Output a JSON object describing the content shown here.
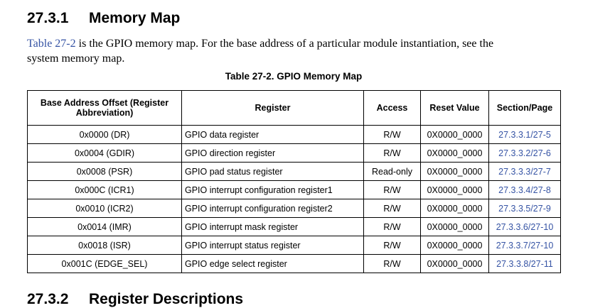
{
  "section": {
    "number": "27.3.1",
    "title": "Memory Map"
  },
  "intro": {
    "xref": "Table 27-2",
    "line1_rest": " is the GPIO memory map. For the base address of a particular module instantiation, see the",
    "line2": "system memory map."
  },
  "table": {
    "caption": "Table 27-2. GPIO Memory Map",
    "headers": {
      "offset": "Base Address Offset (Register Abbreviation)",
      "register": "Register",
      "access": "Access",
      "reset": "Reset Value",
      "section": "Section/Page"
    },
    "rows": [
      {
        "offset": "0x0000 (DR)",
        "register": "GPIO data register",
        "access": "R/W",
        "reset": "0X0000_0000",
        "section": "27.3.3.1/27-5"
      },
      {
        "offset": "0x0004 (GDIR)",
        "register": "GPIO direction register",
        "access": "R/W",
        "reset": "0X0000_0000",
        "section": "27.3.3.2/27-6"
      },
      {
        "offset": "0x0008 (PSR)",
        "register": "GPIO pad status register",
        "access": "Read-only",
        "reset": "0X0000_0000",
        "section": "27.3.3.3/27-7"
      },
      {
        "offset": "0x000C (ICR1)",
        "register": "GPIO interrupt configuration register1",
        "access": "R/W",
        "reset": "0X0000_0000",
        "section": "27.3.3.4/27-8"
      },
      {
        "offset": "0x0010 (ICR2)",
        "register": "GPIO interrupt configuration register2",
        "access": "R/W",
        "reset": "0X0000_0000",
        "section": "27.3.3.5/27-9"
      },
      {
        "offset": "0x0014 (IMR)",
        "register": "GPIO interrupt mask register",
        "access": "R/W",
        "reset": "0X0000_0000",
        "section": "27.3.3.6/27-10"
      },
      {
        "offset": "0x0018 (ISR)",
        "register": "GPIO interrupt status register",
        "access": "R/W",
        "reset": "0X0000_0000",
        "section": "27.3.3.7/27-10"
      },
      {
        "offset": "0x001C (EDGE_SEL)",
        "register": "GPIO edge select register",
        "access": "R/W",
        "reset": "0X0000_0000",
        "section": "27.3.3.8/27-11"
      }
    ]
  },
  "next_section": {
    "number": "27.3.2",
    "title": "Register Descriptions"
  },
  "colors": {
    "link": "#3553a4",
    "text": "#000000"
  }
}
